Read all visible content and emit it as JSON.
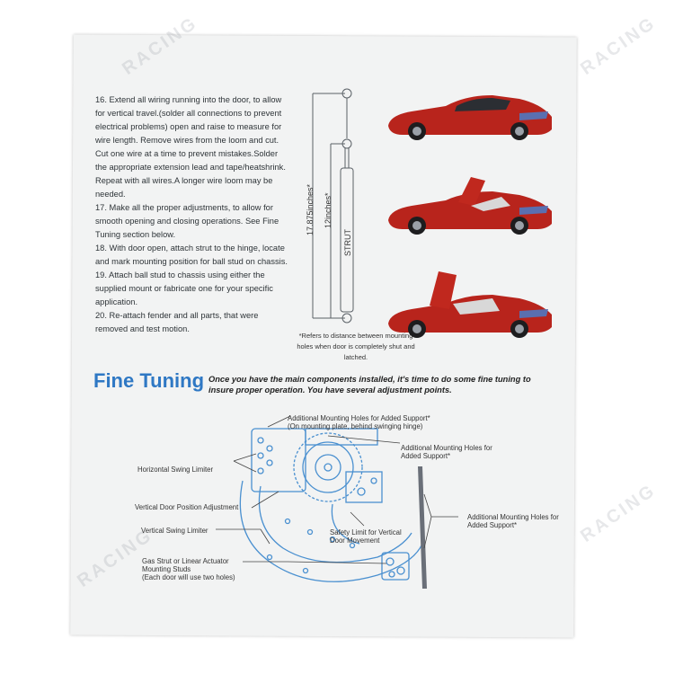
{
  "watermark": {
    "text": "RACING"
  },
  "instructions": [
    "16. Extend all wiring running into the door, to allow for vertical travel.(solder all connections to prevent electrical problems) open and raise to measure for wire length. Remove wires from the loom and cut. Cut one wire at a time to prevent mistakes.Solder the appropriate extension lead and tape/heatshrink. Repeat with all wires.A longer wire loom may be needed.",
    "17. Make all the proper adjustments, to allow for smooth opening and closing operations. See Fine Tuning section below.",
    "18. With door open, attach strut to the hinge, locate and mark mounting position for ball stud on chassis.",
    "19. Attach ball stud to chassis using either the supplied mount or fabricate one for your specific application.",
    "20. Re-attach fender and all parts, that were removed and test motion."
  ],
  "strut": {
    "total_length": "17.875inches*",
    "body_length": "12inches*",
    "label": "STRUT",
    "note": "*Refers to distance between mounting holes when door is completely shut and latched."
  },
  "fine_tuning": {
    "title": "Fine Tuning",
    "intro": "Once you have the main components installed, it's time to do some fine tuning to insure proper operation. You have several adjustment points."
  },
  "diagram_labels": {
    "add_holes_top": "Additional Mounting Holes for Added Support*",
    "add_holes_top_sub": "(On mounting plate, behind swinging hinge)",
    "add_holes_mid": "Additional Mounting Holes for Added Support*",
    "horizontal_limiter": "Horizontal Swing Limiter",
    "vertical_adjust": "Vertical Door Position Adjustment",
    "vertical_limiter": "Vertical Swing Limiter",
    "safety_limit": "Safety Limit for Vertical Door Movement",
    "studs": "Gas Strut or Linear Actuator Mounting Studs",
    "studs_sub": "(Each door will use two holes)",
    "add_holes_right": "Additional Mounting Holes for Added Support*"
  },
  "colors": {
    "heading_blue": "#2f78c4",
    "diagram_blue": "#4a90d0",
    "car_red": "#b8241c"
  }
}
